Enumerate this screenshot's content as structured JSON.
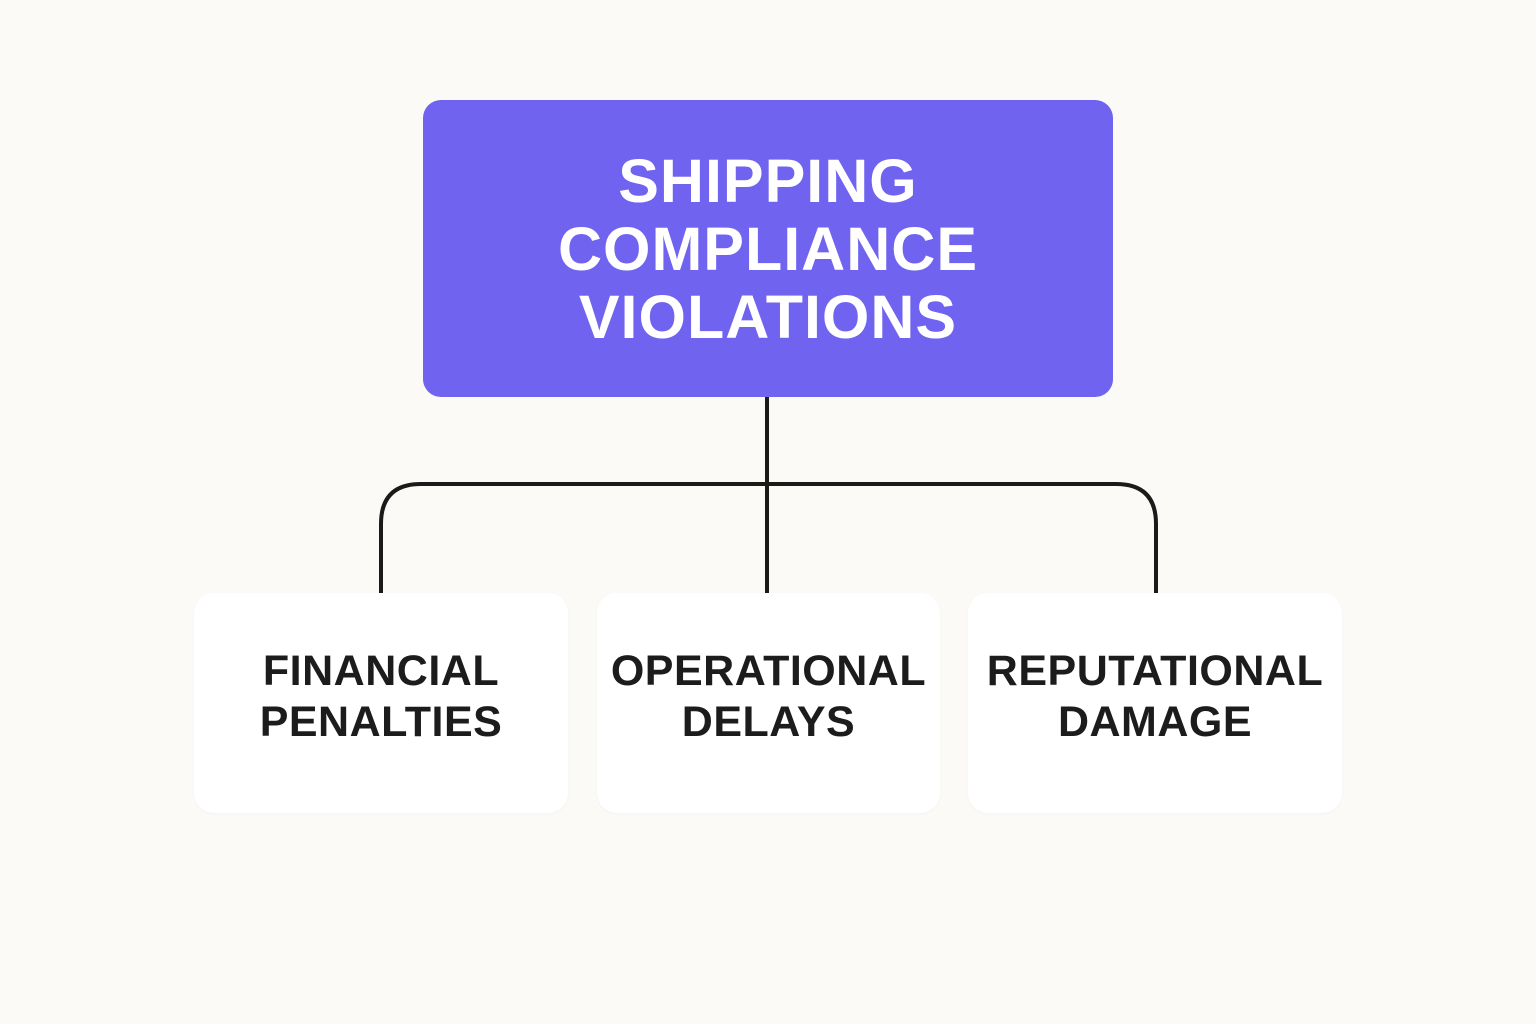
{
  "diagram": {
    "root": {
      "lines": [
        "SHIPPING",
        "COMPLIANCE",
        "VIOLATIONS"
      ]
    },
    "children": [
      {
        "lines": [
          "FINANCIAL",
          "PENALTIES"
        ]
      },
      {
        "lines": [
          "OPERATIONAL",
          "DELAYS"
        ]
      },
      {
        "lines": [
          "REPUTATIONAL",
          "DAMAGE"
        ]
      }
    ]
  },
  "colors": {
    "background": "#fbfaf7",
    "root_fill": "#6f63f0",
    "root_text": "#ffffff",
    "child_fill": "#ffffff",
    "child_text": "#1c1c1c",
    "connector": "#1a1a1a"
  }
}
